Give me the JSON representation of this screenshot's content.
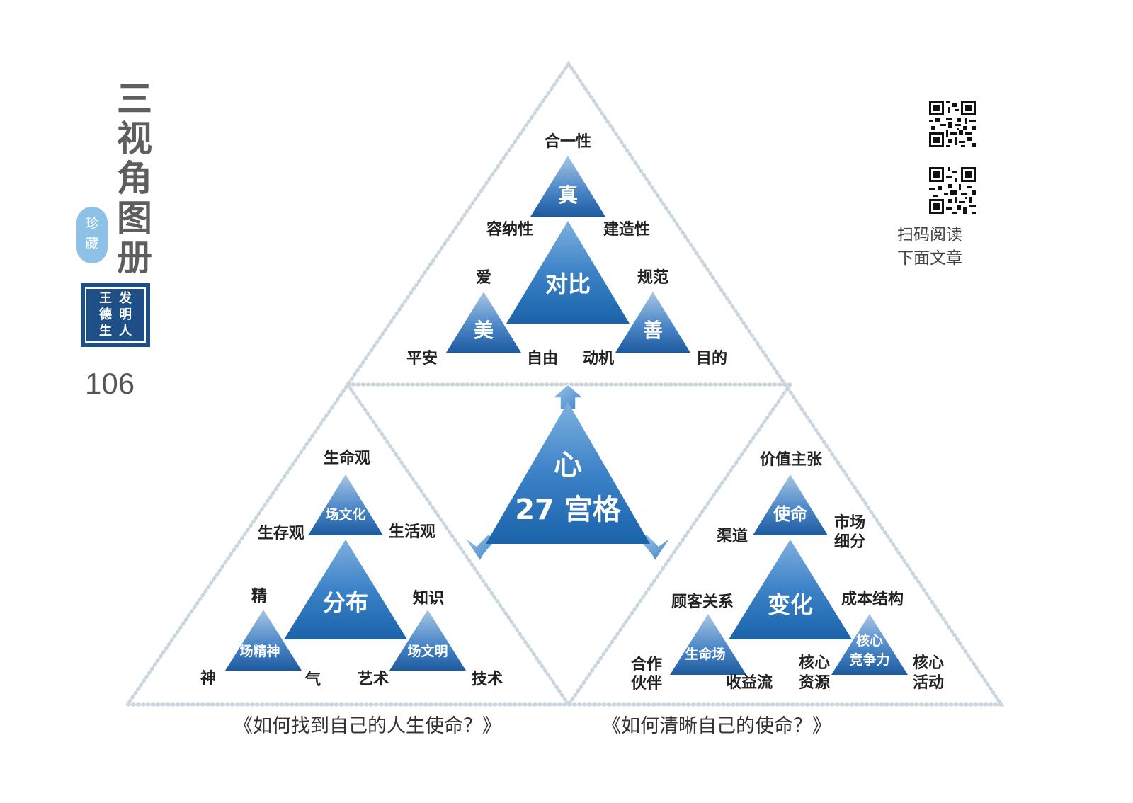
{
  "sidebar": {
    "book_title": [
      "三",
      "视",
      "角",
      "图",
      "册"
    ],
    "seal_text": [
      "珍",
      "藏"
    ],
    "stamp_columns": [
      [
        "发",
        "明",
        "人"
      ],
      [
        "王",
        "德",
        "生"
      ]
    ],
    "page_number": "106"
  },
  "qr": {
    "note_line1": "扫码阅读",
    "note_line2": "下面文章"
  },
  "center": {
    "title": "心",
    "subtitle": "27 宫格"
  },
  "top_group": {
    "big": {
      "label": "对比",
      "left": "容纳性",
      "right": "建造性"
    },
    "apex": {
      "label": "真",
      "top": "合一性"
    },
    "left": {
      "label": "美",
      "top": "爱",
      "bottom_left": "平安",
      "bottom_right": "自由"
    },
    "right": {
      "label": "善",
      "top": "规范",
      "bottom_left": "动机",
      "bottom_right": "目的"
    }
  },
  "left_group": {
    "big": {
      "label": "分布"
    },
    "apex": {
      "label": "场文化",
      "top": "生命观",
      "left": "生存观",
      "right": "生活观"
    },
    "left": {
      "label": "场精神",
      "top": "精",
      "bottom_left": "神",
      "bottom_right": "气"
    },
    "right": {
      "label": "场文明",
      "top": "知识",
      "bottom_left": "艺术",
      "bottom_right": "技术"
    }
  },
  "right_group": {
    "big": {
      "label": "变化"
    },
    "apex": {
      "label": "使命",
      "top": "价值主张",
      "left": "渠道",
      "right_line1": "市场",
      "right_line2": "细分"
    },
    "left": {
      "label": "生命场",
      "top": "顾客关系",
      "bottom_left_line1": "合作",
      "bottom_left_line2": "伙伴",
      "bottom_right": "收益流"
    },
    "right": {
      "label_line1": "核心",
      "label_line2": "竞争力",
      "top": "成本结构",
      "bottom_left_line1": "核心",
      "bottom_left_line2": "资源",
      "bottom_right_line1": "核心",
      "bottom_right_line2": "活动"
    }
  },
  "captions": {
    "left": "《如何找到自己的人生使命？》",
    "right": "《如何清晰自己的使命？》"
  },
  "colors": {
    "triangle_light": "#a7c5e3",
    "triangle_mid": "#4f8ac9",
    "triangle_dark": "#1f5ea3",
    "dotted_border": "#c9d6de"
  }
}
